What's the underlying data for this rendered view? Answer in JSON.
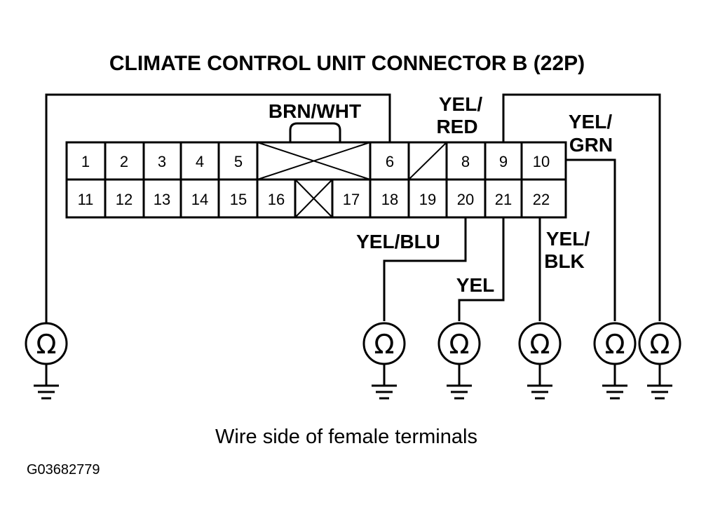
{
  "title": "CLIMATE CONTROL UNIT CONNECTOR B (22P)",
  "caption": "Wire side of female terminals",
  "figure_code": "G03682779",
  "ohmmeter_symbol": "Ω",
  "pins_top": [
    "1",
    "2",
    "3",
    "4",
    "5",
    "6",
    "8",
    "9",
    "10"
  ],
  "pins_bottom": [
    "11",
    "12",
    "13",
    "14",
    "15",
    "16",
    "17",
    "18",
    "19",
    "20",
    "21",
    "22"
  ],
  "wire_labels": {
    "brn_wht": "BRN/WHT",
    "yel_red_1": "YEL/",
    "yel_red_2": "RED",
    "yel_grn_1": "YEL/",
    "yel_grn_2": "GRN",
    "yel_blu": "YEL/BLU",
    "yel": "YEL",
    "yel_blk_1": "YEL/",
    "yel_blk_2": "BLK"
  }
}
